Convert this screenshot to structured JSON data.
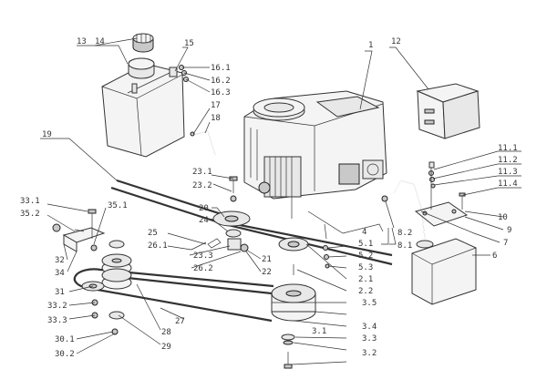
{
  "labels": [
    {
      "id": "1",
      "text": "1"
    },
    {
      "id": "3_1",
      "text": "3.1"
    },
    {
      "id": "3_2",
      "text": "3.2"
    },
    {
      "id": "3_3",
      "text": "3.3"
    },
    {
      "id": "3_4",
      "text": "3.4"
    },
    {
      "id": "3_5",
      "text": "3.5"
    },
    {
      "id": "4",
      "text": "4"
    },
    {
      "id": "5_1",
      "text": "5.1"
    },
    {
      "id": "5_2",
      "text": "5.2"
    },
    {
      "id": "5_3",
      "text": "5.3"
    },
    {
      "id": "2_1",
      "text": "2.1"
    },
    {
      "id": "2_2",
      "text": "2.2"
    },
    {
      "id": "6",
      "text": "6"
    },
    {
      "id": "7",
      "text": "7"
    },
    {
      "id": "8_1",
      "text": "8.1"
    },
    {
      "id": "8_2",
      "text": "8.2"
    },
    {
      "id": "9",
      "text": "9"
    },
    {
      "id": "10",
      "text": "10"
    },
    {
      "id": "11_1",
      "text": "11.1"
    },
    {
      "id": "11_2",
      "text": "11.2"
    },
    {
      "id": "11_3",
      "text": "11.3"
    },
    {
      "id": "11_4",
      "text": "11.4"
    },
    {
      "id": "12",
      "text": "12"
    },
    {
      "id": "13",
      "text": "13"
    },
    {
      "id": "14",
      "text": "14"
    },
    {
      "id": "15",
      "text": "15"
    },
    {
      "id": "16_1",
      "text": "16.1"
    },
    {
      "id": "16_2",
      "text": "16.2"
    },
    {
      "id": "16_3",
      "text": "16.3"
    },
    {
      "id": "17",
      "text": "17"
    },
    {
      "id": "18",
      "text": "18"
    },
    {
      "id": "19",
      "text": "19"
    },
    {
      "id": "20",
      "text": "20"
    },
    {
      "id": "21",
      "text": "21"
    },
    {
      "id": "22",
      "text": "22"
    },
    {
      "id": "23_1",
      "text": "23.1"
    },
    {
      "id": "23_2",
      "text": "23.2"
    },
    {
      "id": "23_3",
      "text": "23.3"
    },
    {
      "id": "24",
      "text": "24"
    },
    {
      "id": "25",
      "text": "25"
    },
    {
      "id": "26_1",
      "text": "26.1"
    },
    {
      "id": "26_2",
      "text": "26.2"
    },
    {
      "id": "27",
      "text": "27"
    },
    {
      "id": "28",
      "text": "28"
    },
    {
      "id": "29",
      "text": "29"
    },
    {
      "id": "30_1",
      "text": "30.1"
    },
    {
      "id": "30_2",
      "text": "30.2"
    },
    {
      "id": "31",
      "text": "31"
    },
    {
      "id": "32",
      "text": "32"
    },
    {
      "id": "33_1",
      "text": "33.1"
    },
    {
      "id": "33_2",
      "text": "33.2"
    },
    {
      "id": "33_3",
      "text": "33.3"
    },
    {
      "id": "34",
      "text": "34"
    },
    {
      "id": "35_1",
      "text": "35.1"
    },
    {
      "id": "35_2",
      "text": "35.2"
    }
  ]
}
